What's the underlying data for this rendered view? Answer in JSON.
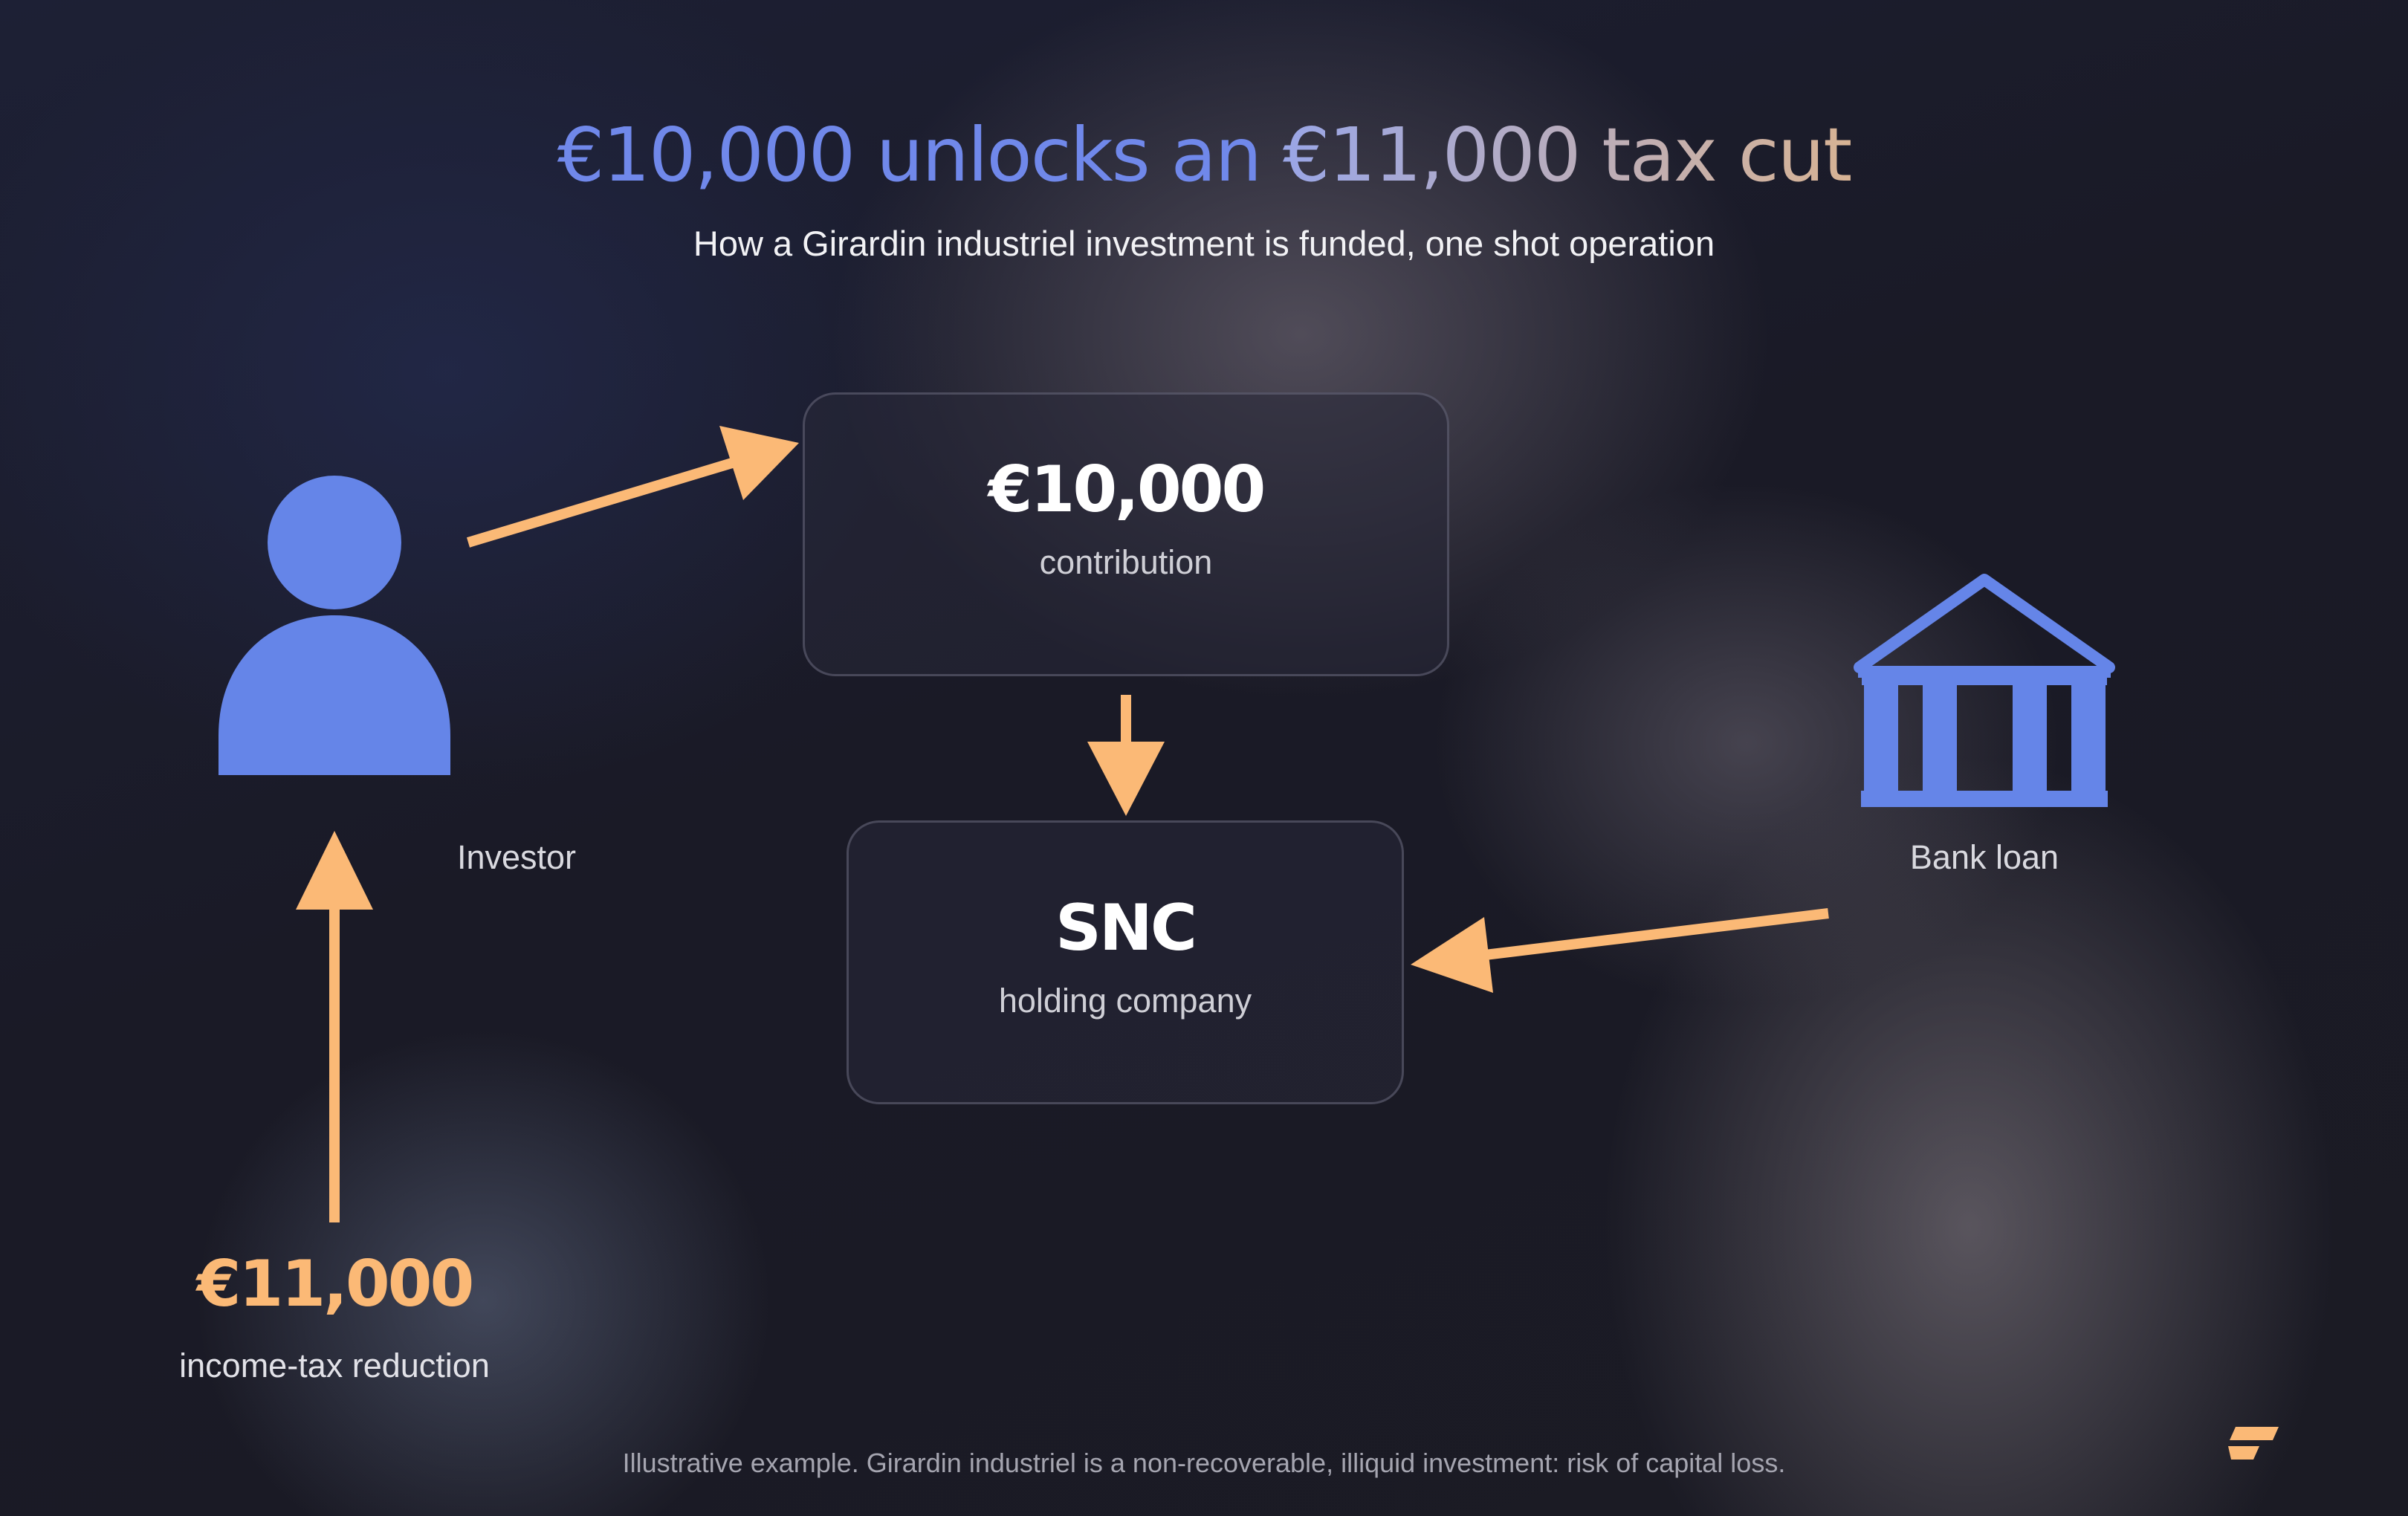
{
  "title": {
    "part1": "€10,000 unlocks an ",
    "part2": "€11,000 tax cut"
  },
  "subtitle": "How a Girardin industriel investment is funded, one shot operation",
  "contribution_box": {
    "amount": "€10,000",
    "label": "contribution"
  },
  "snc_box": {
    "name": "SNC",
    "label": "holding company"
  },
  "investor": {
    "label": "Investor",
    "icon": "person-icon"
  },
  "bank": {
    "label": "Bank loan",
    "icon": "bank-icon"
  },
  "tax_reduction": {
    "amount": "€11,000",
    "label": "income-tax reduction"
  },
  "footnote": "Illustrative example. Girardin industriel is a non-recoverable, illiquid investment: risk of capital loss.",
  "logo": "brand-logo",
  "colors": {
    "accent_blue": "#6585e8",
    "arrow_orange": "#fbb976",
    "title_gradient_start": "#6b86e8",
    "title_gradient_end": "#dcb595"
  }
}
